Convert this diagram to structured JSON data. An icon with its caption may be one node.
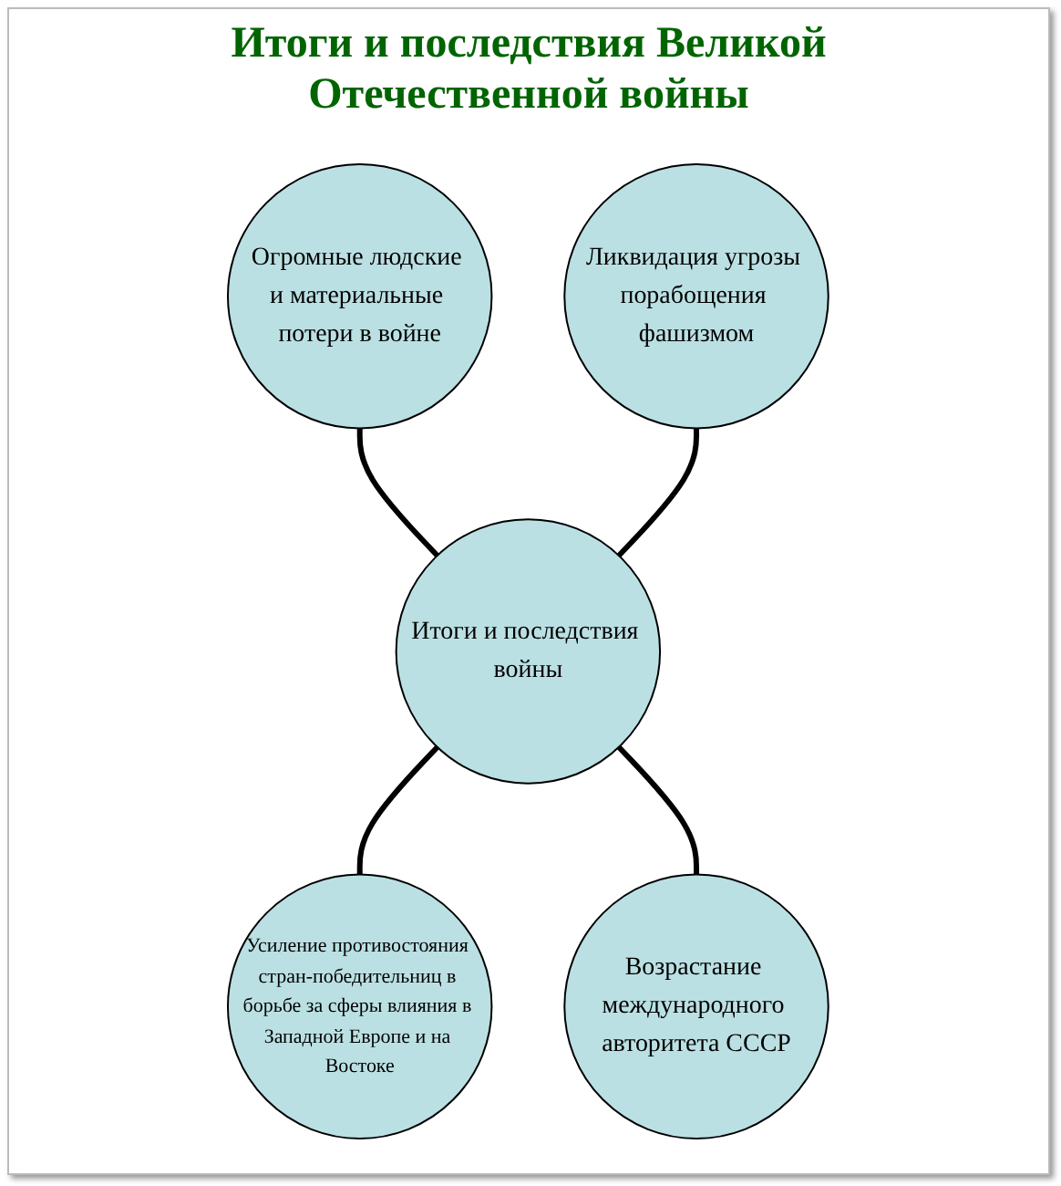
{
  "diagram": {
    "title": "Итоги и последствия Великой Отечественной войны",
    "nodes": [
      {
        "text": [
          "Огромные людские и материальные потери в войне"
        ]
      },
      {
        "text": [
          "Ликвидация угрозы порабощения фашизмом"
        ]
      },
      {
        "text": [
          "Итоги и последствия войны"
        ]
      },
      {
        "text": [
          "Усиление противостояния стран-победительниц в борьбе за сферы влияния в Западной Европе и на Востоке"
        ]
      },
      {
        "text": [
          "Возрастание международного авторитета СССР"
        ]
      }
    ],
    "edges": [
      {
        "from": 0,
        "to": 2,
        "arrow": "none"
      },
      {
        "from": 1,
        "to": 2,
        "arrow": "none"
      },
      {
        "from": 2,
        "to": 3,
        "arrow": "none"
      },
      {
        "from": 2,
        "to": 4,
        "arrow": "none"
      }
    ]
  }
}
